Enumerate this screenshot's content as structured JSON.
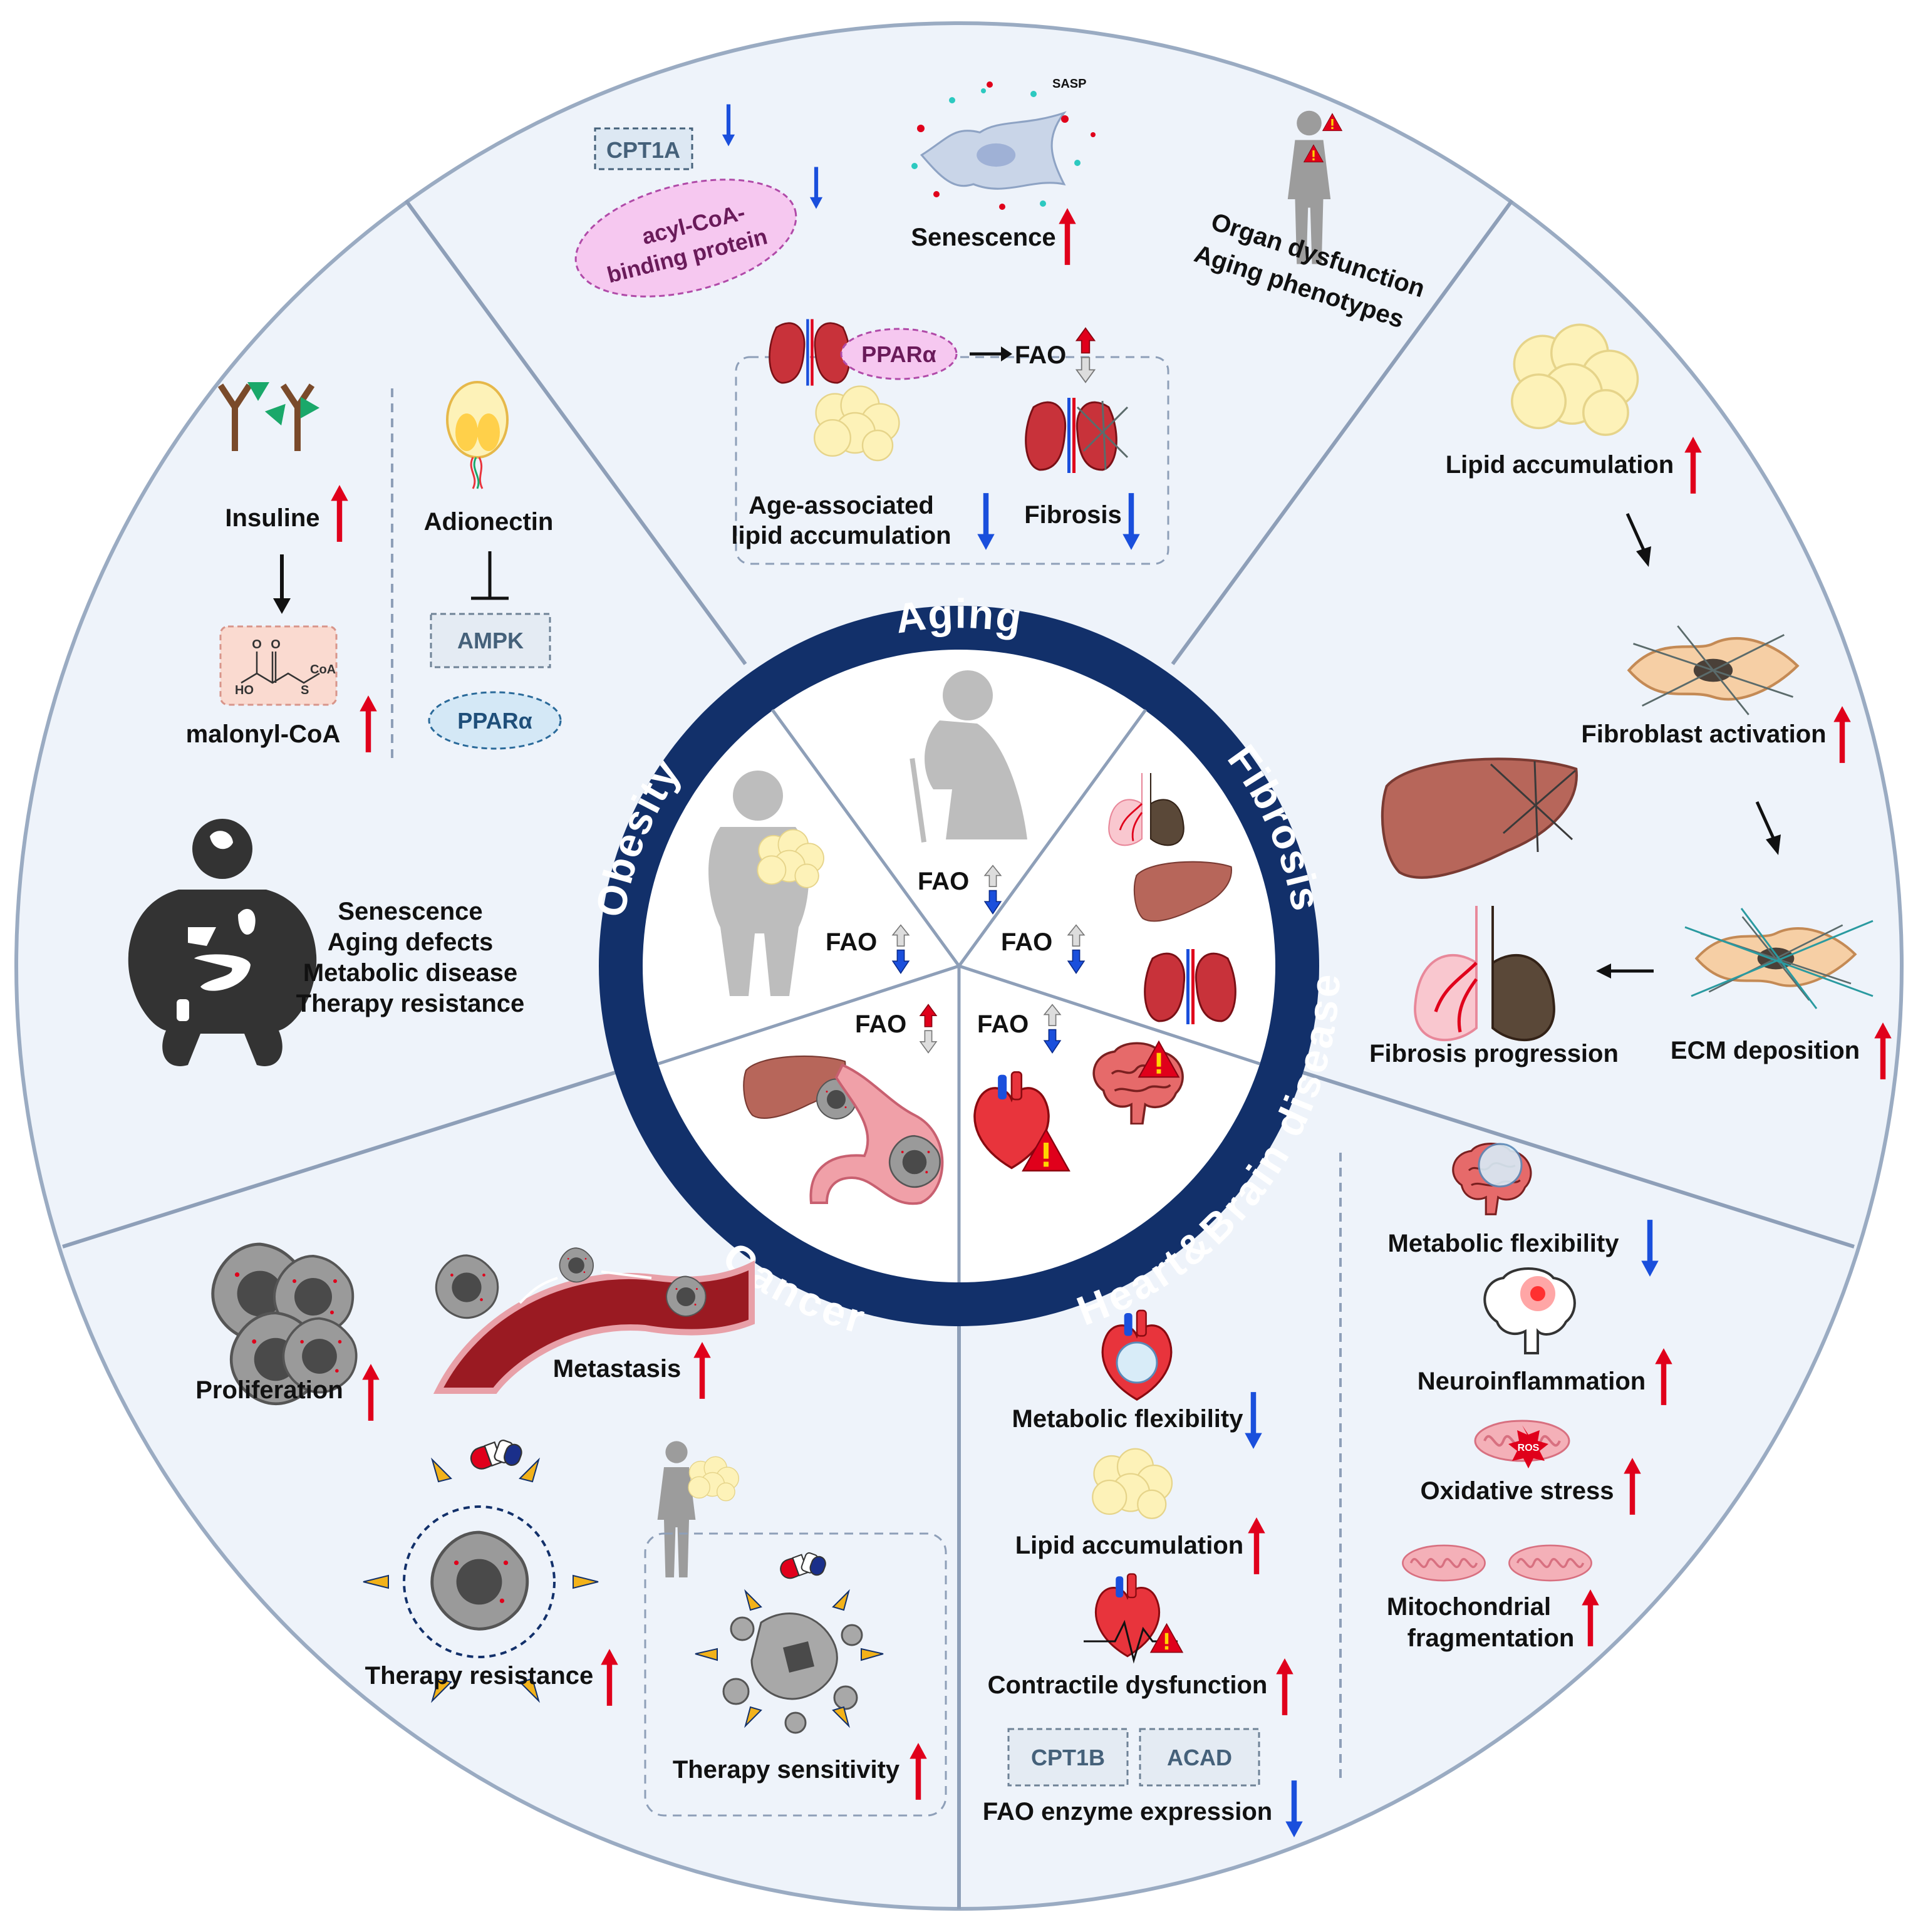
{
  "colors": {
    "ring": "#12306a",
    "background": "#eef3fa",
    "divider": "#8e9fb8",
    "up_arrow": "#e0001b",
    "down_arrow": "#1a4fdc",
    "fat": "#fdf2b8",
    "organ": "#b7665a",
    "tumor": "#8f8f8f"
  },
  "sectors": {
    "aging": "Aging",
    "fibrosis": "Fibrosis",
    "heart_brain": "Heart&Brain disease",
    "cancer": "Cancer",
    "obesity": "Obesity"
  },
  "center": {
    "fao": "FAO"
  },
  "aging": {
    "cpt1a": "CPT1A",
    "acbp_line1": "acyl-CoA-",
    "acbp_line2": "binding protein",
    "sasp": "SASP",
    "senescence": "Senescence",
    "organ_line1": "Organ dysfunction",
    "organ_line2": "Aging phenotypes",
    "ppara": "PPARα",
    "fao": "FAO",
    "lipid_line1": "Age-associated",
    "lipid_line2": "lipid accumulation",
    "fibrosis": "Fibrosis"
  },
  "fibrosis": {
    "lipid": "Lipid accumulation",
    "fibroblast": "Fibroblast activation",
    "ecm": "ECM deposition",
    "progression": "Fibrosis progression"
  },
  "obesity": {
    "insuline": "Insuline",
    "adiponectin": "Adionectin",
    "ampk": "AMPK",
    "ppara": "PPARα",
    "malonyl": "malonyl-CoA",
    "chem_o1": "O",
    "chem_o2": "O",
    "chem_ho": "HO",
    "chem_s": "S",
    "chem_coa": "CoA",
    "effects": [
      "Senescence",
      "Aging defects",
      "Metabolic disease",
      "Therapy resistance"
    ]
  },
  "cancer": {
    "proliferation": "Proliferation",
    "metastasis": "Metastasis",
    "resistance": "Therapy resistance",
    "sensitivity": "Therapy sensitivity"
  },
  "heart": {
    "flexibility": "Metabolic flexibility",
    "lipid": "Lipid accumulation",
    "contractile": "Contractile dysfunction",
    "cpt1b": "CPT1B",
    "acad": "ACAD",
    "enzyme": "FAO enzyme expression"
  },
  "brain": {
    "flexibility": "Metabolic flexibility",
    "neuro": "Neuroinflammation",
    "oxidative": "Oxidative stress",
    "ros": "ROS",
    "mito_line1": "Mitochondrial",
    "mito_line2": "fragmentation"
  }
}
